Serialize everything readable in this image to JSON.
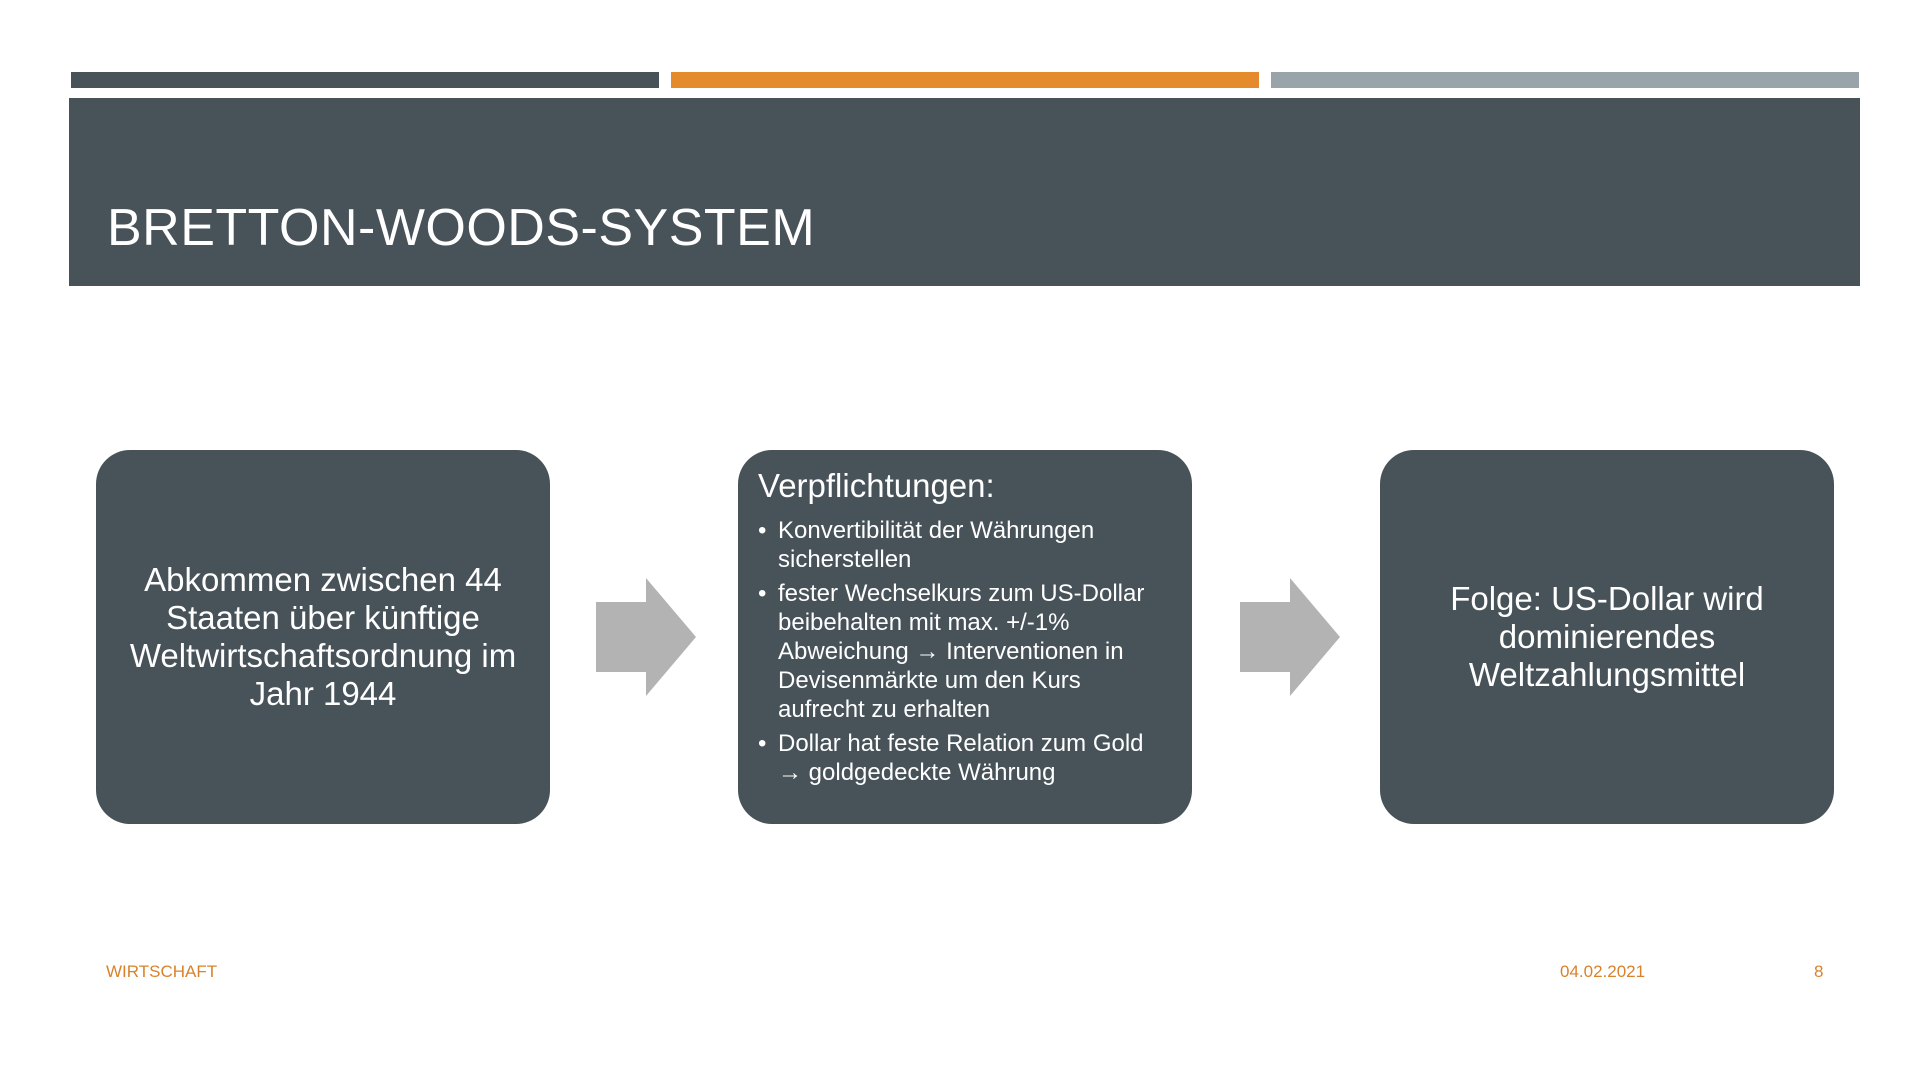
{
  "slide": {
    "title": "BRETTON-WOODS-SYSTEM",
    "colors": {
      "dark": "#475259",
      "accent": "#e68a2e",
      "light_bar": "#98a3aa",
      "arrow": "#b3b3b3"
    }
  },
  "diagram": {
    "box_1": {
      "text": "Abkommen zwischen 44 Staaten über künftige Weltwirtschaftsordnung im Jahr 1944"
    },
    "box_2": {
      "heading": "Verpflichtungen:",
      "bullets": [
        "Konvertibilität der Währungen sicherstellen",
        "fester Wechselkurs zum US-Dollar beibehalten mit max. +/-1% Abweichung → Interventionen in Devisenmärkte um den Kurs aufrecht zu erhalten",
        "Dollar hat feste Relation zum Gold → goldgedeckte Währung"
      ]
    },
    "box_3": {
      "text": "Folge: US-Dollar wird dominierendes Weltzahlungsmittel"
    },
    "bullet_glyph": "•",
    "arrow_icon": "right-arrow-icon"
  },
  "footer": {
    "left": "WIRTSCHAFT",
    "date": "04.02.2021",
    "page": "8"
  }
}
